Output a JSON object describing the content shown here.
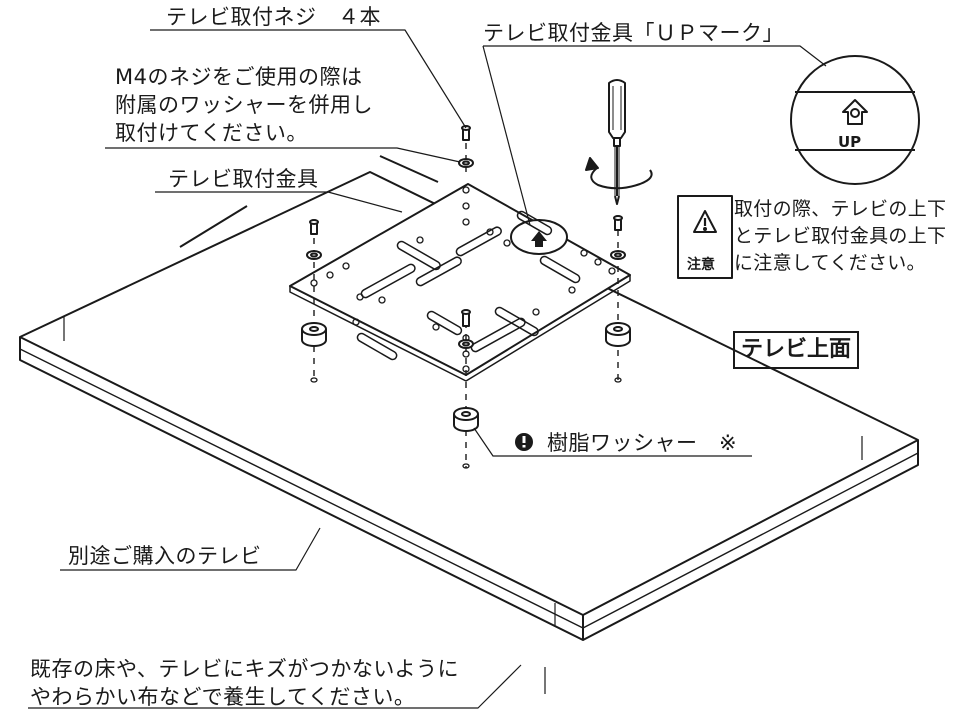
{
  "labels": {
    "screws": "テレビ取付ネジ　４本",
    "m4_note": [
      "M4のネジをご使用の際は",
      "附属のワッシャーを併用し",
      "取付けてください。"
    ],
    "bracket_up_mark": "テレビ取付金具「ＵＰマーク」",
    "bracket": "テレビ取付金具",
    "resin_washer": "樹脂ワッシャー　※",
    "tv": "別途ご購入のテレビ",
    "floor_note": [
      "既存の床や、テレビにキズがつかないように",
      "やわらかい布などで養生してください。"
    ],
    "tv_top": "テレビ上面"
  },
  "caution": {
    "icon": "warning-triangle-icon",
    "word": "注意",
    "lines": [
      "取付の際、テレビの上下",
      "とテレビ取付金具の上下",
      "に注意してください。"
    ]
  },
  "up_mark": {
    "icon": "up-arrow-house-icon",
    "text": "UP"
  },
  "icons": {
    "exclamation": "exclamation-circle-icon",
    "screwdriver": "screwdriver-icon",
    "rotation": "rotation-arrow-icon"
  },
  "colors": {
    "line": "#1a1a1a",
    "background": "#ffffff"
  }
}
